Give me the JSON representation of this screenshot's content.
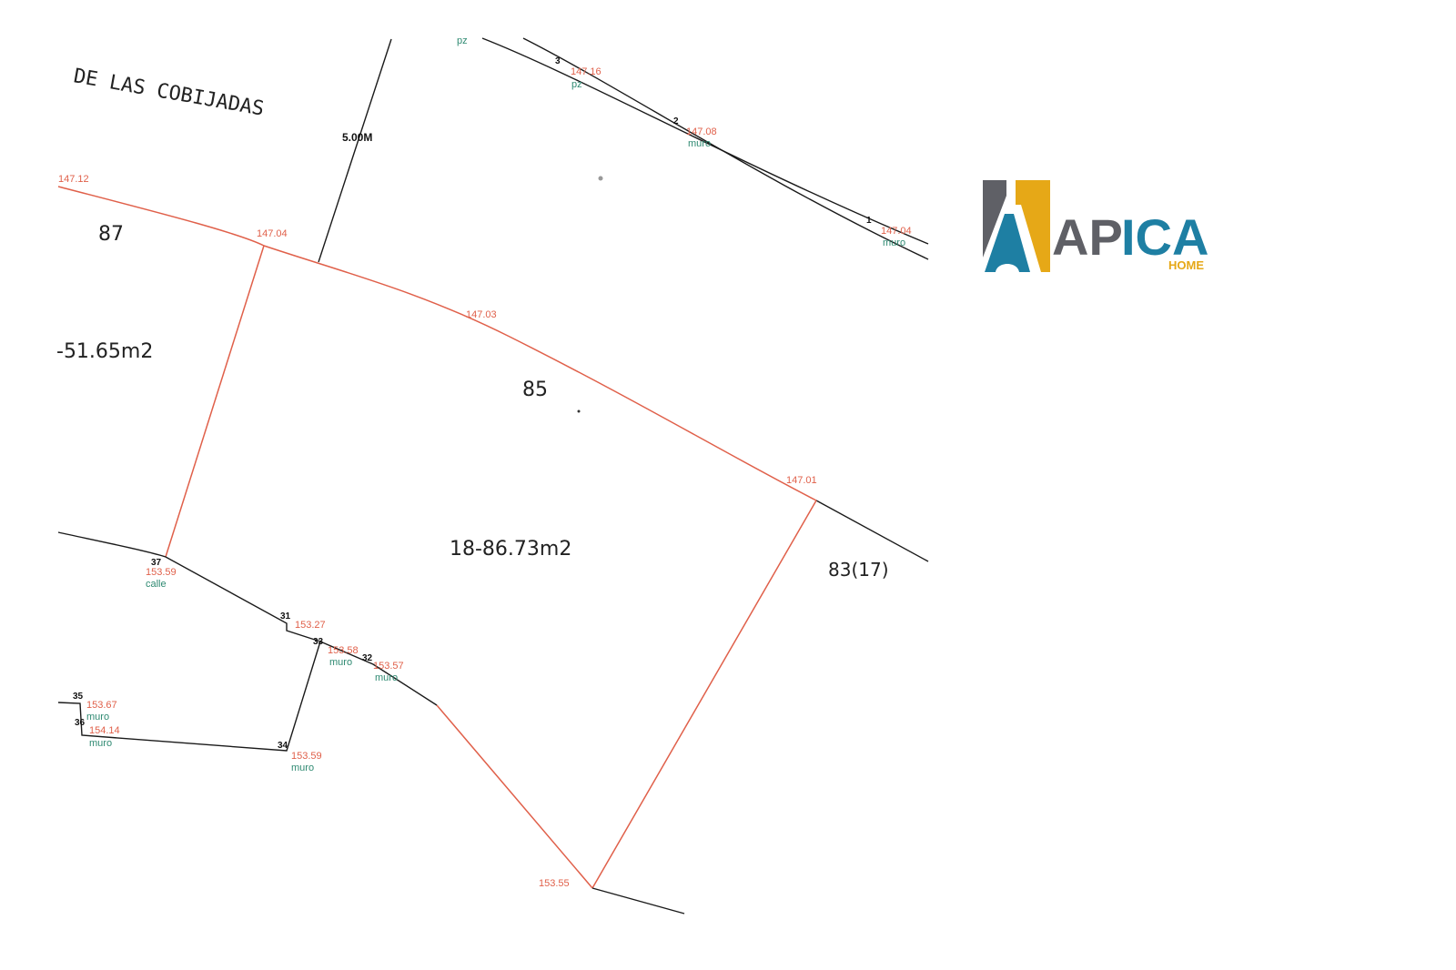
{
  "colors": {
    "boundary": "#e0604a",
    "linework": "#1a1a1a",
    "elevation": "#e0604a",
    "surface_code": "#2f8a72",
    "logo_gray": "#5f6066",
    "logo_gold": "#e6a817",
    "logo_teal": "#1e7fa3"
  },
  "street": {
    "name": "DE LAS COBIJADAS",
    "width_label": "5.00M"
  },
  "parcels": [
    {
      "id": "87",
      "area": "-51.65m2"
    },
    {
      "id": "85",
      "area": "18-86.73m2"
    },
    {
      "id": "83(17)"
    }
  ],
  "elevations": {
    "e1": "147.12",
    "e2": "147.04",
    "e3": "147.03",
    "e4": "147.01",
    "e5": "153.59",
    "e6": "153.27",
    "e7": "153.58",
    "e8": "153.57",
    "e9": "153.67",
    "e10": "154.14",
    "e11": "153.59",
    "e12": "153.55",
    "e13": "147.16",
    "e14": "147.08",
    "e15": "147.04"
  },
  "point_numbers": {
    "p1": "1",
    "p2": "2",
    "p3": "3",
    "p31": "31",
    "p32": "32",
    "p33": "33",
    "p34": "34",
    "p35": "35",
    "p36": "36",
    "p37": "37"
  },
  "surface_codes": {
    "calle": "calle",
    "muro": "muro",
    "pz": "pz"
  },
  "logo": {
    "word_gray": "AP",
    "word_teal": "ICA",
    "sub": "HOME"
  }
}
